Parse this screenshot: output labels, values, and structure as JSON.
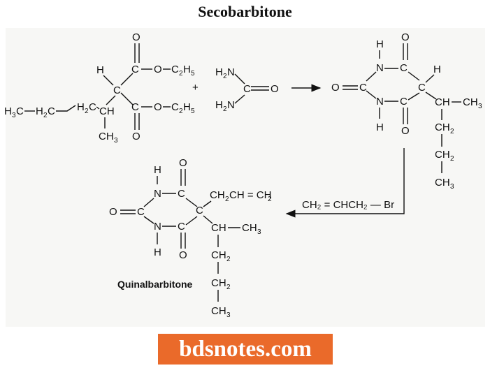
{
  "title": "Secobarbitone",
  "product_label": "Quinalbarbitone",
  "reagent": "CH₂ = CHCH₂ — Br",
  "watermark": "bdsnotes.com",
  "colors": {
    "brand": "#ea6a2a",
    "ink": "#111111"
  }
}
